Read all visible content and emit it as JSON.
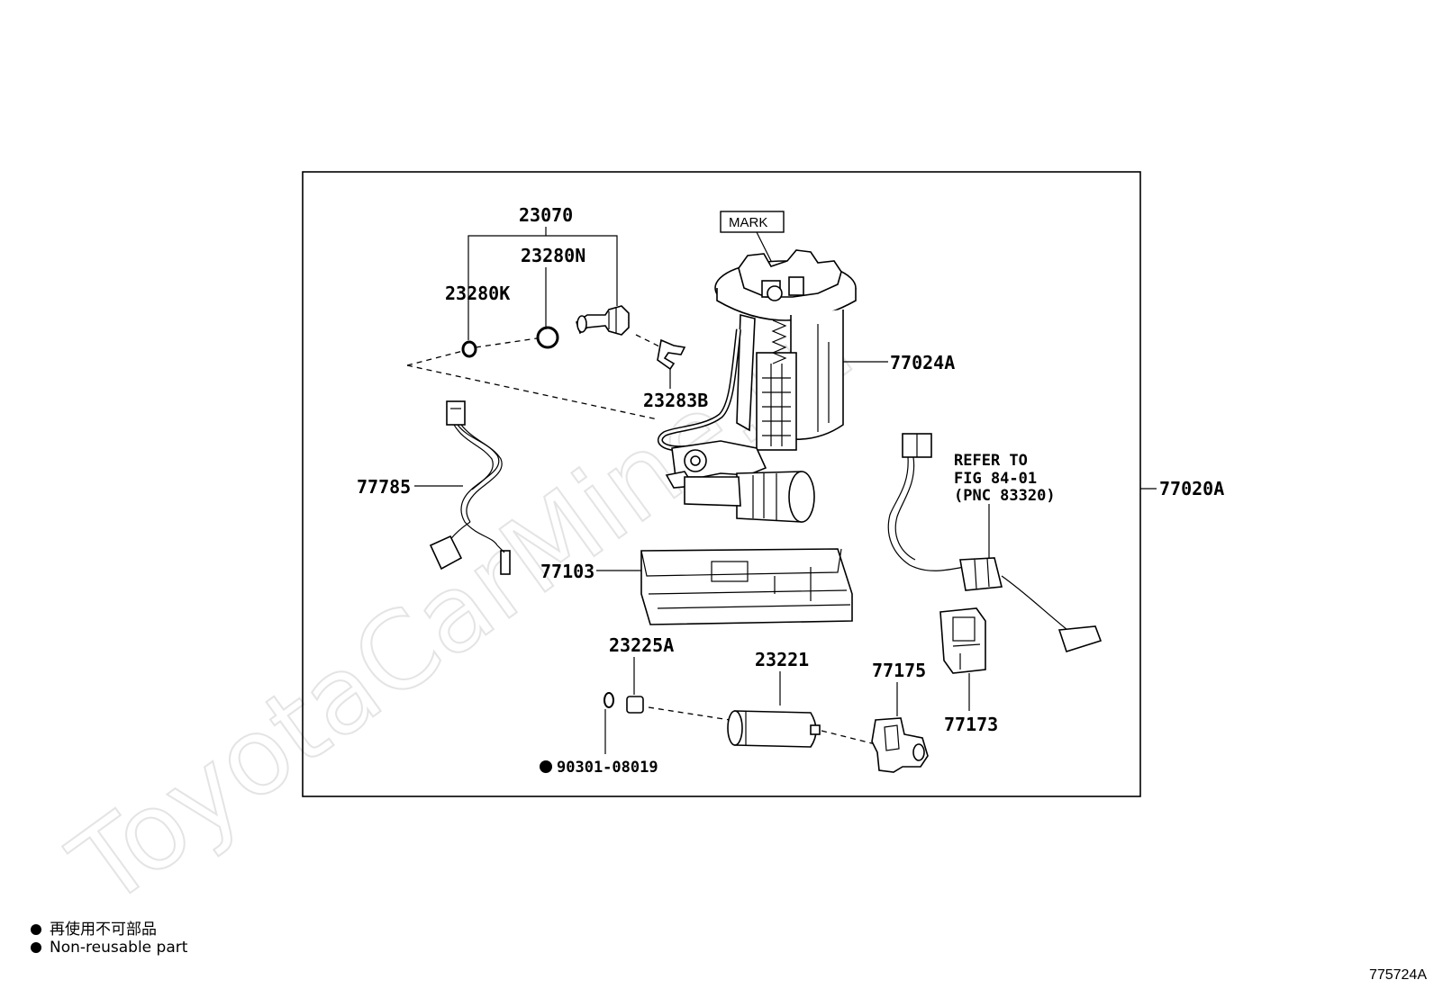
{
  "watermark": "ToyotaCarMine.ru",
  "frame_label": "77020A",
  "mark_label": "MARK",
  "parts": {
    "p23070": "23070",
    "p23280N": "23280N",
    "p23280K": "23280K",
    "p23283B": "23283B",
    "p77024A": "77024A",
    "p77785": "77785",
    "p77103": "77103",
    "p23225A": "23225A",
    "p23221": "23221",
    "p77175": "77175",
    "p77173": "77173",
    "p90301": "90301-08019"
  },
  "reference": {
    "line1": "REFER TO",
    "line2": "FIG 84-01",
    "line3": "(PNC 83320)"
  },
  "legend": {
    "jp": "再使用不可部品",
    "en": "Non-reusable part"
  },
  "figure_id": "775724A"
}
